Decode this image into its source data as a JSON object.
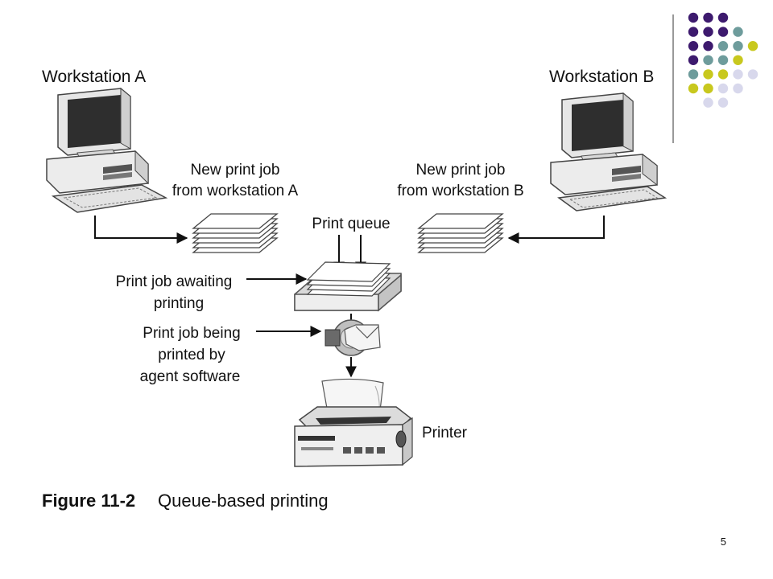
{
  "labels": {
    "workstation_a": "Workstation A",
    "workstation_b": "Workstation B",
    "new_job_a_line1": "New print job",
    "new_job_a_line2": "from workstation A",
    "new_job_b_line1": "New print job",
    "new_job_b_line2": "from workstation B",
    "print_queue": "Print queue",
    "awaiting_line1": "Print job awaiting",
    "awaiting_line2": "printing",
    "being_line1": "Print job being",
    "being_line2": "printed by",
    "being_line3": "agent software",
    "printer": "Printer"
  },
  "caption": {
    "figure_number": "Figure 11-2",
    "figure_title": "Queue-based printing"
  },
  "page_number": "5",
  "decor_dots": {
    "colors": {
      "purple": "#3d1a6e",
      "teal": "#6e9c9c",
      "lime": "#c8c81e",
      "lavender": "#d8d8ec"
    },
    "rows": [
      [
        "purple",
        "purple",
        "purple"
      ],
      [
        "purple",
        "purple",
        "purple",
        "teal"
      ],
      [
        "purple",
        "purple",
        "teal",
        "teal",
        "lime"
      ],
      [
        "purple",
        "teal",
        "teal",
        "lime"
      ],
      [
        "teal",
        "lime",
        "lime",
        "lavender",
        "lavender"
      ],
      [
        "lime",
        "lime",
        "lavender",
        "lavender"
      ],
      [
        "lavender",
        "lavender"
      ]
    ]
  }
}
